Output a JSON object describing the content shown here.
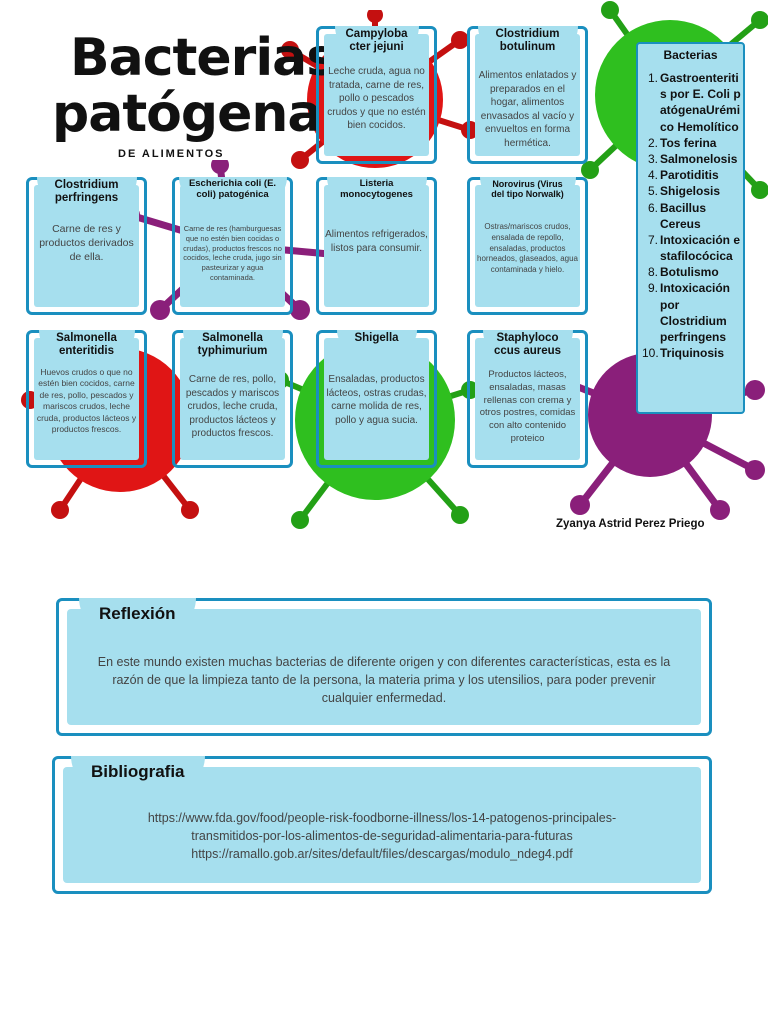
{
  "header": {
    "title_line1": "Bacterias",
    "title_line2": "patógenas",
    "subtitle": "DE ALIMENTOS"
  },
  "cards": [
    {
      "title": "Campyloba cter jejuni",
      "text": "Leche cruda, agua no tratada, carne de res, pollo o pescados crudos y que no estén bien cocidos."
    },
    {
      "title": "Clostridium botulinum",
      "text": "Alimentos enlatados y preparados en el hogar, alimentos envasados al vacío y envueltos en forma hermética."
    },
    {
      "title": "Clostridium perfringens",
      "text": "Carne de res y productos derivados de ella."
    },
    {
      "title": "Escherichia coli (E. coli) patogénica",
      "text": "Carne de res (hamburguesas que no estén bien cocidas o crudas), productos frescos no cocidos, leche cruda, jugo sin pasteurizar y agua contaminada."
    },
    {
      "title": "Listeria monocytogenes",
      "text": "Alimentos refrigerados, listos para consumir."
    },
    {
      "title": "Norovirus (Virus del tipo Norwalk)",
      "text": "Ostras/mariscos crudos, ensalada de repollo, ensaladas, productos horneados, glaseados, agua contaminada y hielo."
    },
    {
      "title": "Salmonella enteritidis",
      "text": "Huevos crudos o que no estén bien cocidos, carne de res, pollo, pescados y mariscos crudos, leche cruda, productos lácteos y productos frescos."
    },
    {
      "title": "Salmonella typhimurium",
      "text": "Carne de res, pollo, pescados y mariscos crudos, leche cruda, productos lácteos y productos frescos."
    },
    {
      "title": "Shigella",
      "text": "Ensaladas, productos lácteos, ostras crudas, carne molida de res, pollo y agua sucia."
    },
    {
      "title": "Staphyloco ccus aureus",
      "text": "Productos lácteos, ensaladas, masas rellenas con crema y otros postres, comidas con alto contenido proteico"
    }
  ],
  "bacterias": {
    "heading": "Bacterias",
    "items": [
      {
        "n": "1.",
        "label": "Gastroenteritis por E. Coli patógenaUrémico Hemolítico"
      },
      {
        "n": "2.",
        "label": "Tos ferina"
      },
      {
        "n": "3.",
        "label": "Salmonelosis"
      },
      {
        "n": "4.",
        "label": "Parotiditis"
      },
      {
        "n": "5.",
        "label": "Shigelosis"
      },
      {
        "n": "6.",
        "label": "Bacillus Cereus"
      },
      {
        "n": "7.",
        "label": "Intoxicación estafilocócica"
      },
      {
        "n": "8.",
        "label": "Botulismo"
      },
      {
        "n": "9.",
        "label": "Intoxicación por Clostridium perfringens"
      },
      {
        "n": "10.",
        "label": "Triquinosis"
      }
    ]
  },
  "author": "Zyanya Astrid Perez Priego",
  "reflexion": {
    "title": "Reflexión",
    "text": "En este mundo existen muchas bacterias de diferente origen y con diferentes características, esta es la razón de que la limpieza tanto de la persona, la materia prima y los utensilios, para poder prevenir cualquier enfermedad."
  },
  "bibliografia": {
    "title": "Bibliografia",
    "line1": "https://www.fda.gov/food/people-risk-foodborne-illness/los-14-patogenos-principales-",
    "line2": "transmitidos-por-los-alimentos-de-seguridad-alimentaria-para-futuras",
    "line3": "https://ramallo.gob.ar/sites/default/files/descargas/modulo_ndeg4.pdf"
  },
  "colors": {
    "card_fill": "#a6dfee",
    "card_border": "#1a8fbf",
    "virus_red": "#e01515",
    "virus_green": "#2fbf1f",
    "virus_purple": "#8a1f7a"
  }
}
